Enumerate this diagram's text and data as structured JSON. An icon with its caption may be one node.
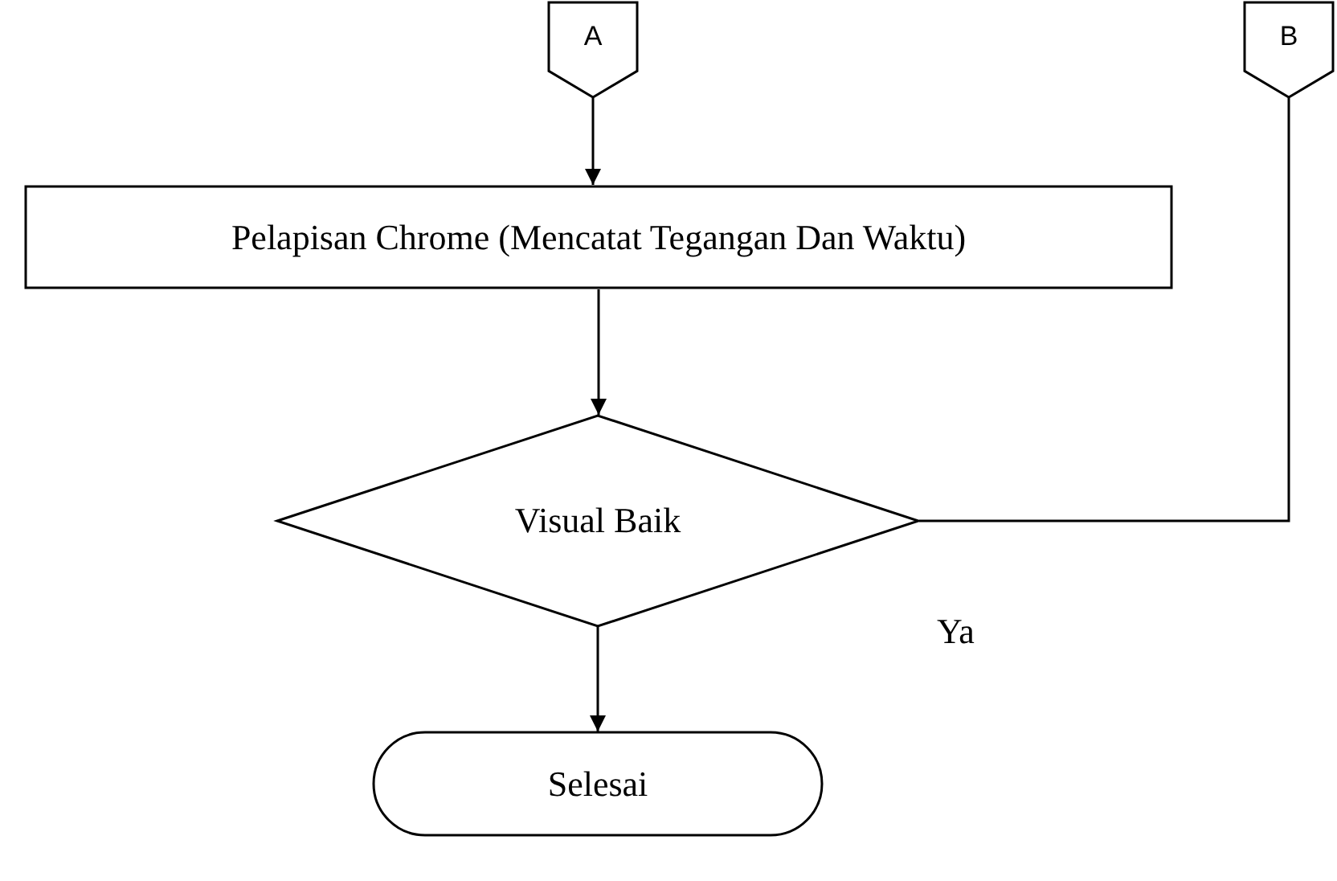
{
  "diagram": {
    "nodes": [
      {
        "text": [
          "A"
        ]
      },
      {
        "text": [
          "B"
        ]
      },
      {
        "text": [
          "Pelapisan Chrome (Mencatat Tegangan Dan Waktu)"
        ]
      },
      {
        "text": [
          "Visual Baik"
        ]
      },
      {
        "text": [
          "Selesai"
        ]
      }
    ],
    "edges": [
      {
        "from": 0,
        "to": 2,
        "arrow": "to"
      },
      {
        "from": 2,
        "to": 3,
        "arrow": "to"
      },
      {
        "from": 3,
        "to": 4,
        "arrow": "to"
      },
      {
        "from": 3,
        "to": 1,
        "arrow": "none"
      }
    ],
    "labels": [
      "Ya"
    ]
  }
}
